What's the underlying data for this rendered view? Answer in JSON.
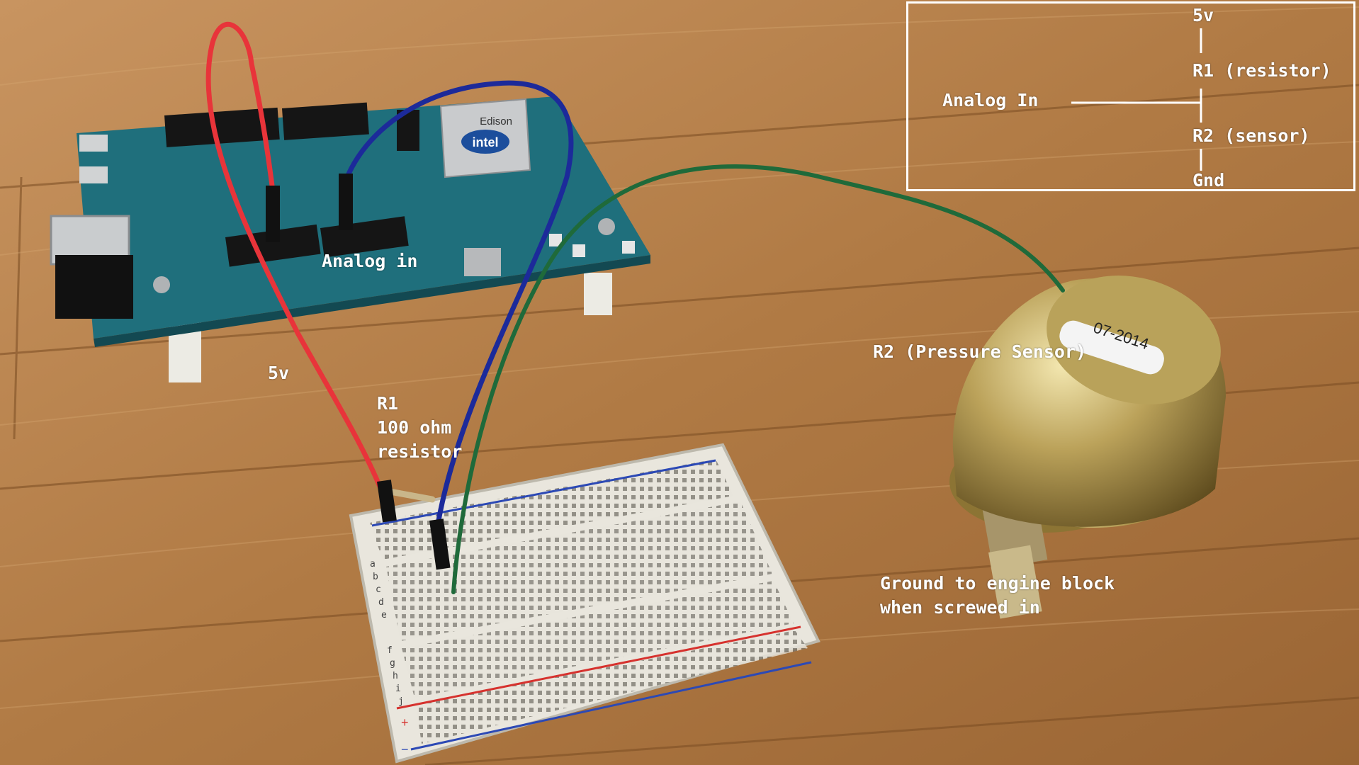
{
  "colors": {
    "wood": "#b07a44",
    "board": "#1f6f7c",
    "wire_red": "#e8343a",
    "wire_blue": "#1c2a9a",
    "wire_green": "#1f6a3a",
    "sensor_brass": "#b9a25a",
    "label": "#ffffff"
  },
  "photo": {
    "board": {
      "module_brand": "intel",
      "module_name": "Edison"
    },
    "sensor_tag": "07-2014",
    "breadboard_rows": [
      "a",
      "b",
      "c",
      "d",
      "e"
    ],
    "breadboard_rows_2": [
      "f",
      "g",
      "h",
      "i",
      "j"
    ],
    "rail_plus": "+",
    "rail_minus": "−"
  },
  "labels": {
    "analog_in": "Analog in",
    "five_v": "5v",
    "r1": "R1\n100 ohm\nresistor",
    "r2": "R2 (Pressure Sensor)",
    "ground": "Ground to engine block\nwhen screwed in"
  },
  "schematic": {
    "top": "5v",
    "r1": "R1 (resistor)",
    "analog": "Analog In",
    "r2": "R2 (sensor)",
    "bottom": "Gnd"
  }
}
